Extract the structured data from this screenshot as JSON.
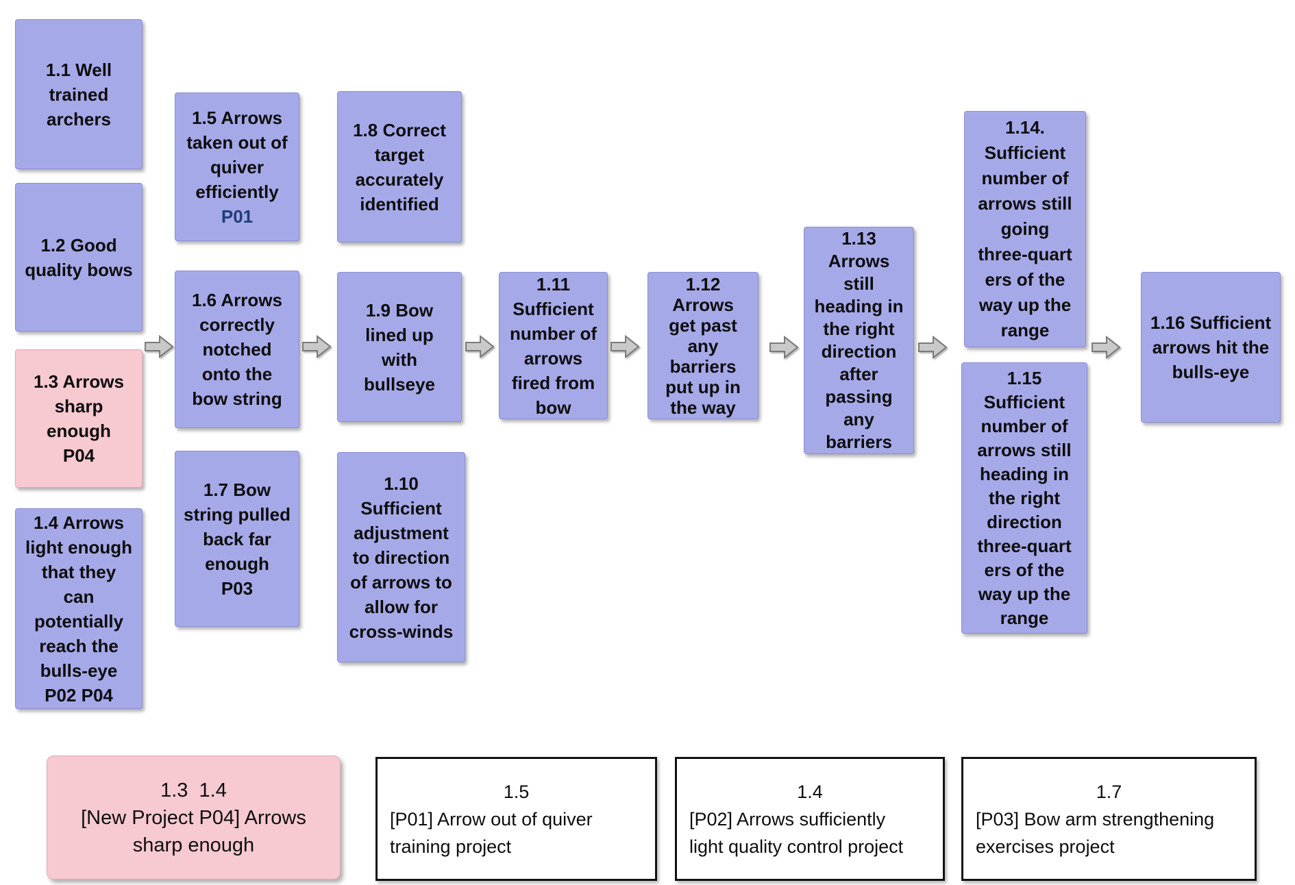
{
  "palette": {
    "node_fill": "#a6a9e8",
    "node_border": "#8b8ed2",
    "highlight_fill": "#f7c9d1",
    "highlight_border": "#dfaab6",
    "card_border": "#111111",
    "arrow_fill": "#c9c9c9",
    "arrow_outline": "#7a7a7a",
    "text": "#0d0d0d",
    "project_ref_blue": "#1f3d7a"
  },
  "flow": {
    "nodes": [
      {
        "id": "1.1",
        "text": "1.1 Well\ntrained\narchers"
      },
      {
        "id": "1.2",
        "text": "1.2 Good\nquality bows"
      },
      {
        "id": "1.3",
        "text": "1.3 Arrows\nsharp\nenough\nP04"
      },
      {
        "id": "1.4",
        "text": "1.4 Arrows\nlight enough\nthat they\ncan\npotentially\nreach the\nbulls-eye\nP02 P04"
      },
      {
        "id": "1.5",
        "text": "1.5 Arrows\ntaken out of\nquiver\nefficiently",
        "ref": "P01"
      },
      {
        "id": "1.6",
        "text": "1.6 Arrows\ncorrectly\nnotched\nonto the\nbow string"
      },
      {
        "id": "1.7",
        "text": "1.7 Bow\nstring pulled\nback far\nenough\nP03"
      },
      {
        "id": "1.8",
        "text": "1.8 Correct\ntarget\naccurately\nidentified"
      },
      {
        "id": "1.9",
        "text": "1.9 Bow\nlined up\nwith\nbullseye"
      },
      {
        "id": "1.10",
        "text": "1.10\nSufficient\nadjustment\nto direction\nof arrows to\nallow for\ncross-winds"
      },
      {
        "id": "1.11",
        "text": "1.11\nSufficient\nnumber of\narrows\nfired from\nbow"
      },
      {
        "id": "1.12",
        "text": "1.12\nArrows\nget past\nany\nbarriers\nput up in\nthe way"
      },
      {
        "id": "1.13",
        "text": "1.13\nArrows\nstill\nheading in\nthe right\ndirection\nafter\npassing\nany\nbarriers"
      },
      {
        "id": "1.14",
        "text": "1.14.\nSufficient\nnumber of\narrows still\ngoing\nthree-quart\ners of the\nway up the\nrange"
      },
      {
        "id": "1.15",
        "text": "1.15\nSufficient\nnumber of\narrows still\nheading in\nthe right\ndirection\nthree-quart\ners of the\nway up the\nrange"
      },
      {
        "id": "1.16",
        "text": "1.16 Sufficient\narrows hit the\nbulls-eye"
      }
    ]
  },
  "projects": {
    "highlight": {
      "text": "1.3  1.4\n[New Project P04] Arrows\nsharp enough"
    },
    "cards": [
      {
        "num": "1.5",
        "text": "[P01] Arrow out of quiver\ntraining project"
      },
      {
        "num": "1.4",
        "text": "[P02] Arrows sufficiently\nlight quality control project"
      },
      {
        "num": "1.7",
        "text": "[P03] Bow arm strengthening\nexercises project"
      }
    ]
  }
}
